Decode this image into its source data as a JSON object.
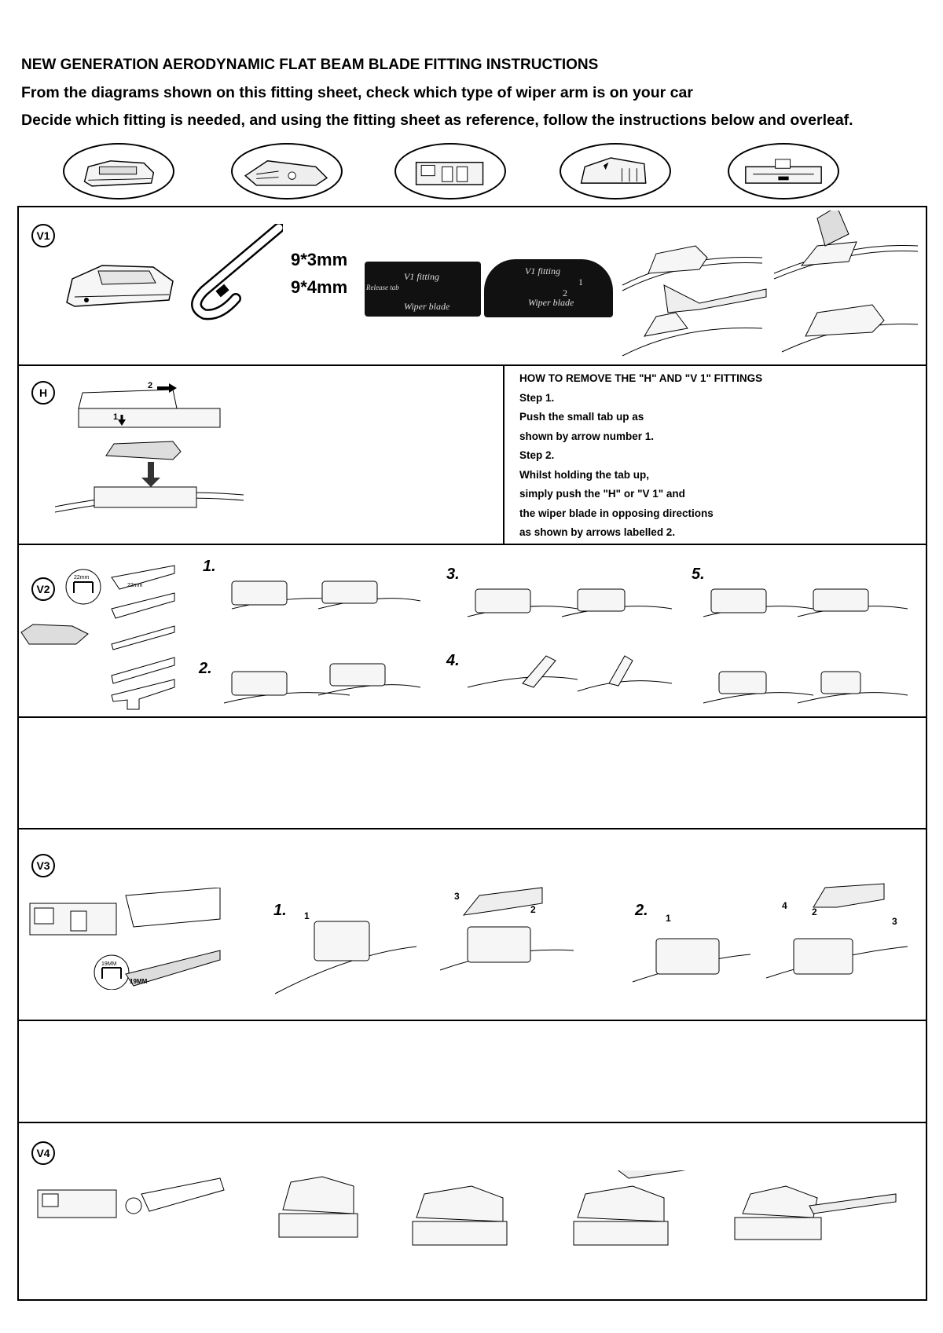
{
  "header": {
    "title": "NEW GENERATION AERODYNAMIC FLAT BEAM BLADE FITTING INSTRUCTIONS",
    "line2": "From the diagrams shown on this fitting sheet, check which type of wiper arm is on your car",
    "line3": "Decide which fitting is needed, and using the fitting sheet as reference, follow the instructions below and overleaf."
  },
  "fitting_icons": [
    "V1 adapter illustration",
    "V2 adapter illustration",
    "V3 adapter illustration",
    "V4 adapter illustration",
    "H adapter illustration"
  ],
  "sections": {
    "v1": {
      "badge": "V1",
      "size_a": "9*3mm",
      "size_b": "9*4mm",
      "photo1": {
        "label_fit": "V1 fitting",
        "label_blade": "Wiper blade",
        "label_tab": "Release tab"
      },
      "photo2": {
        "label_fit": "V1 fitting",
        "label_blade": "Wiper blade",
        "arrow_a": "1",
        "arrow_b": "2"
      }
    },
    "h": {
      "badge": "H",
      "arrow_1": "1",
      "arrow_2": "2",
      "instructions": {
        "title": "HOW TO REMOVE THE \"H\" AND \"V 1\" FITTINGS",
        "step1": "Step 1.",
        "step1_a": "Push the small tab up as",
        "step1_b": "shown by arrow number 1.",
        "step2": "Step 2.",
        "step2_a": "Whilst holding the tab up,",
        "step2_b": "simply push the \"H\" or \"V 1\" and",
        "step2_c": "the wiper blade in opposing directions",
        "step2_d": "as shown by arrows labelled 2."
      }
    },
    "v2": {
      "badge": "V2",
      "width_label": "22mm",
      "width_label2": "22mm",
      "steps": [
        "1.",
        "2.",
        "3.",
        "4.",
        "5."
      ]
    },
    "v3": {
      "badge": "V3",
      "width_label": "19MM",
      "width_label2": "19MM",
      "steps": [
        "1.",
        "2."
      ],
      "callouts": [
        "1",
        "3",
        "2",
        "1",
        "4",
        "2",
        "3"
      ]
    },
    "v4": {
      "badge": "V4"
    }
  }
}
